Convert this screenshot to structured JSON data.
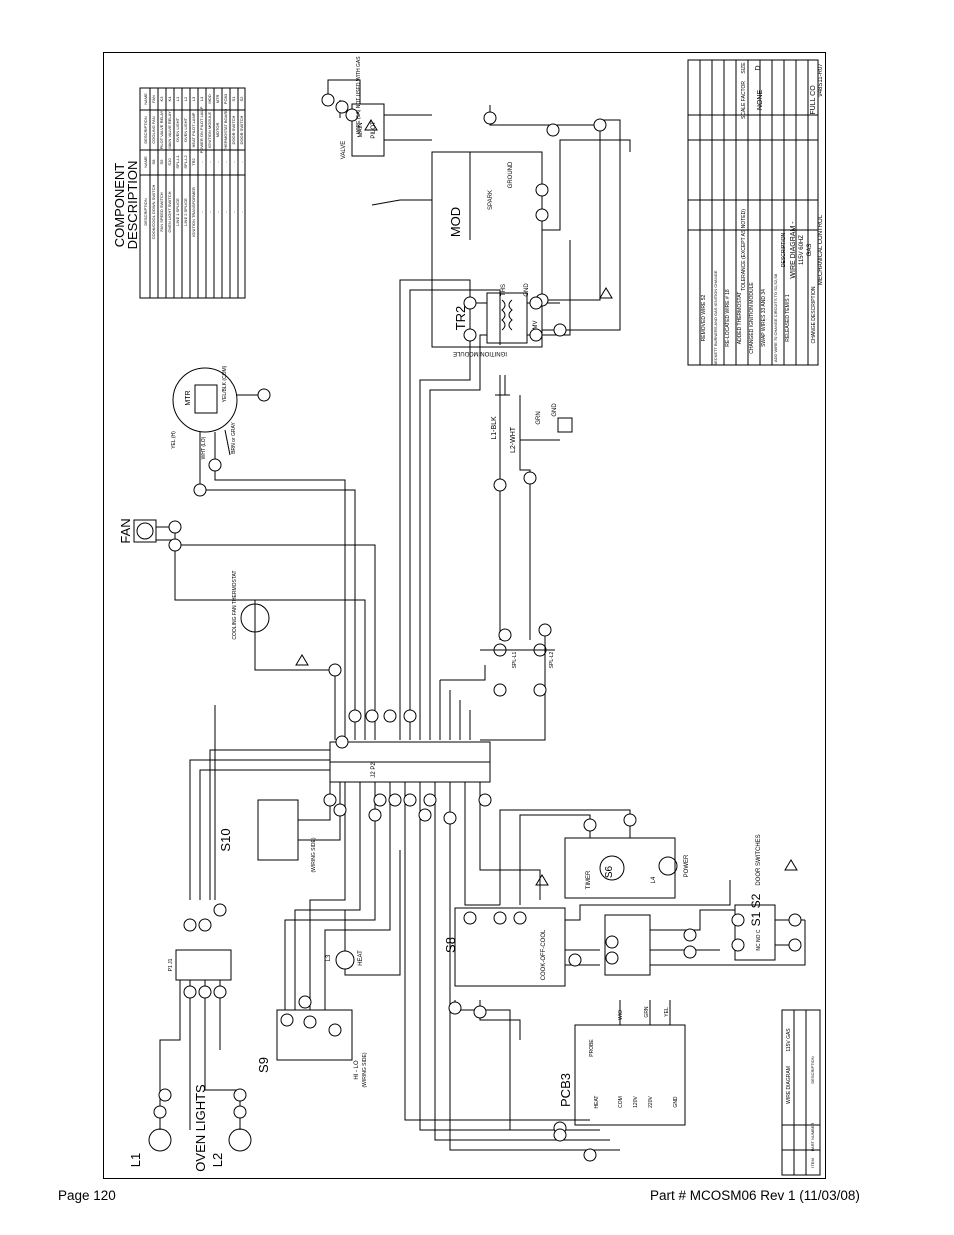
{
  "footer": {
    "page": "Page 120",
    "part": "Part # MCOSM06 Rev 1 (11/03/08)"
  },
  "sheet": {
    "component_title_1": "COMPONENT",
    "component_title_2": "DESCRIPTION",
    "table_headers": [
      "NAME",
      "DESCRIPTION",
      "NAME",
      "DESCRIPTION"
    ],
    "table_rows": [
      [
        "FAN",
        "COOLING FAN",
        "S8",
        "COOK/COOL DOWN SWITCH"
      ],
      [
        "K3",
        "PILOT VALVE RELAY",
        "S9",
        "FAN SPEED SWITCH"
      ],
      [
        "K4",
        "MAIN VALVE RELAY",
        "S10",
        "OVEN LIGHT SWITCH"
      ],
      [
        "L1",
        "OVEN LIGHT",
        "SPL-L1",
        "LINE 1 SPLICE"
      ],
      [
        "L2",
        "OVEN LIGHT",
        "SPL-L2",
        "LINE 2 SPLICE"
      ],
      [
        "L3",
        "HEAT PILOT LAMP",
        "TR2",
        "IGNITION TRANSFORMER"
      ],
      [
        "L4",
        "POWER ON PILOT LAMP",
        "-",
        "-"
      ],
      [
        "MOD",
        "IGNITION MODULE",
        "-",
        "-"
      ],
      [
        "MTR",
        "MOTOR",
        "-",
        "-"
      ],
      [
        "PCB3",
        "THERMOSTAT BOARD",
        "-",
        "-"
      ],
      [
        "S1",
        "DOOR SWITCH",
        "-",
        "-"
      ],
      [
        "S2",
        "DOOR SWITCH",
        "-",
        "-"
      ]
    ],
    "labels": {
      "mod": "MOD",
      "ignition_module": "IGNITION MODULE",
      "spark": "SPARK",
      "ground": "GROUND",
      "ths": "THS",
      "gnd": "GND",
      "mv": "MV",
      "valve": "VALVE",
      "main": "MAIN",
      "pilot": "PILOT",
      "not_used": "WIRE (5A) NOT USED WITH GAS",
      "tr2": "TR2",
      "mtr": "MTR",
      "yel_h": "YEL (H)",
      "wht_lo": "WHT (LO)",
      "brn_gray": "BRN or GRAY",
      "yel_blk": "YEL/BLK (COM)",
      "fan": "FAN",
      "l1_blk": "L1-BLK",
      "l2_wht": "L2-WHT",
      "grn": "GRN",
      "gnd_sym": "GND",
      "cooling_fan_thermostat": "COOLING FAN THERMOSTAT",
      "spl_l1": "SPL-L1",
      "spl_l2": "SPL-L2",
      "j2p2": "J2 P2",
      "s10": "S10",
      "wiring_side": "(WIRING SIDE)",
      "s6": "S6",
      "timer": "TIMER",
      "power": "POWER",
      "l4": "L4",
      "door_switches": "DOOR SWITCHES",
      "s1s2": "S1  S2",
      "nc_no_c": "NC NO C",
      "s8": "S8",
      "cook_off_cool": "COOK-OFF-COOL",
      "l3": "L3",
      "heat": "HEAT",
      "p1j1": "P1 J1",
      "s9": "S9",
      "hi_lo": "HI - LO",
      "pcb3": "PCB3",
      "probe": "PROBE",
      "heat_t": "HEAT",
      "com": "COM",
      "v120": "120V",
      "v220": "220V",
      "gnd_t": "GND",
      "wio": "WIO",
      "grn_t": "GRN",
      "yel_t": "YEL",
      "oven_lights": "OVEN LIGHTS",
      "l1": "L1",
      "l2": "L2"
    },
    "title_block": {
      "tolerance": "TOLERANCE (EXCEPT AS NOTED)",
      "scale": "SCALE FACTOR",
      "scale_val": "NONE",
      "size": "SIZE",
      "size_val": "D",
      "desc": "DESCRIPTION",
      "wire_diagram": "WIRE DIAGRAM -",
      "hz": "115V 60HZ",
      "gas": "GAS",
      "model": "FULL CO",
      "mechanical": "MECHANICAL CONTROL",
      "file": "948S11-R07",
      "change_description": "CHANGE DESCRIPTION",
      "rev_items": [
        "REMOVED WIRE 52",
        "BECKETT BURNERS AND GAS IGNITION CHANGE",
        "RE-LOCATED WIRE # 18",
        "ADDED THERMOSTAT",
        "CHANGED IGNITION MODULE",
        "SWAP WIRES 33 AND 34",
        "ADD WIRE 70 CHANGE CIRCUITS TO S1,S2,S8",
        "RELEASED TEM/S 1"
      ]
    },
    "parts_block": {
      "wire_diagram": "WIRE DIAGRAM",
      "gas": "115V GAS",
      "part_number": "PART NUMBER",
      "description": "DESCRIPTION",
      "item": "ITEM"
    }
  }
}
